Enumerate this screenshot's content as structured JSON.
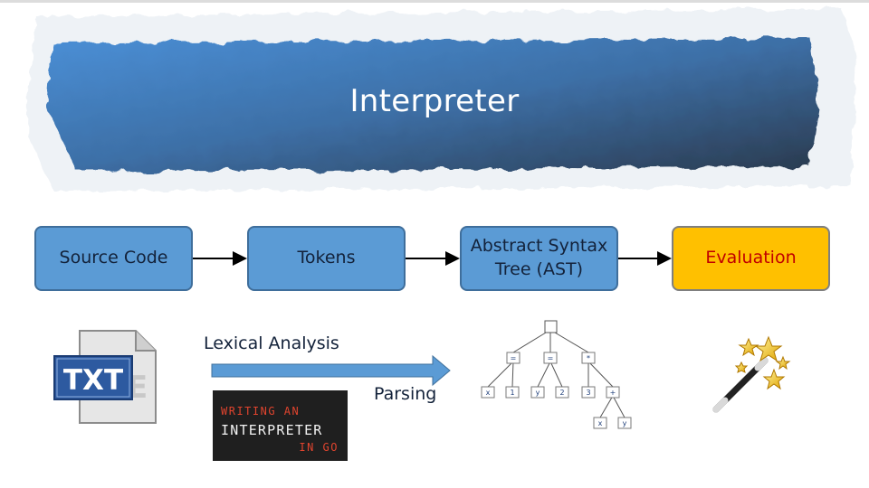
{
  "title": "Interpreter",
  "flow": {
    "source_code": "Source Code",
    "tokens": "Tokens",
    "ast_line1": "Abstract Syntax",
    "ast_line2": "Tree (AST)",
    "evaluation": "Evaluation"
  },
  "labels": {
    "lexical_analysis": "Lexical Analysis",
    "parsing": "Parsing"
  },
  "txt_icon": {
    "text": "TXT"
  },
  "book_cover": {
    "line1": "WRITING AN",
    "line2": "INTERPRETER",
    "line3": "IN GO"
  },
  "ast_tree": {
    "nodes": [
      "=",
      "=",
      "*",
      "x",
      "1",
      "y",
      "2",
      "3",
      "+",
      "x",
      "y"
    ]
  },
  "colors": {
    "banner": "#4a86c5",
    "box_fill": "#5b9bd5",
    "box_border": "#3f6e9b",
    "evaluation_fill": "#ffc000",
    "evaluation_text": "#c00000",
    "arrow": "#5b9bd5"
  },
  "icons": [
    "txt-file-icon",
    "magic-wand-icon",
    "ast-tree-icon"
  ]
}
